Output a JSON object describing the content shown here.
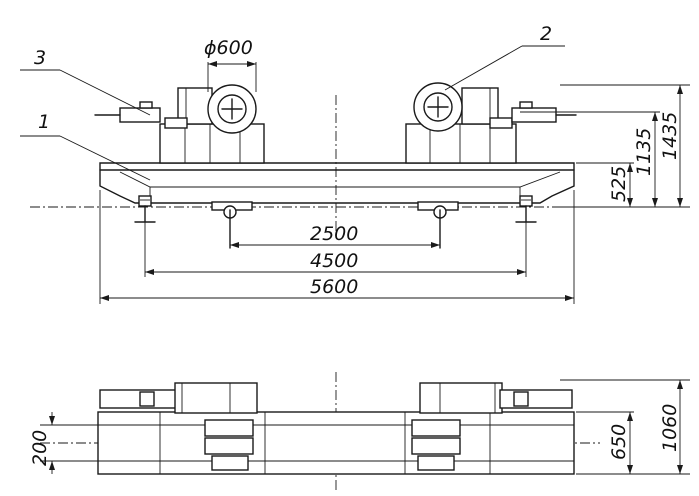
{
  "callouts": {
    "one": "1",
    "two": "2",
    "three": "3"
  },
  "dimensions": {
    "roller_diameter": "ϕ600",
    "span_inner": "2500",
    "span_middle": "4500",
    "span_total": "5600",
    "height_525": "525",
    "height_1135": "1135",
    "height_1435": "1435",
    "plan_200": "200",
    "plan_650": "650",
    "plan_1060": "1060"
  }
}
